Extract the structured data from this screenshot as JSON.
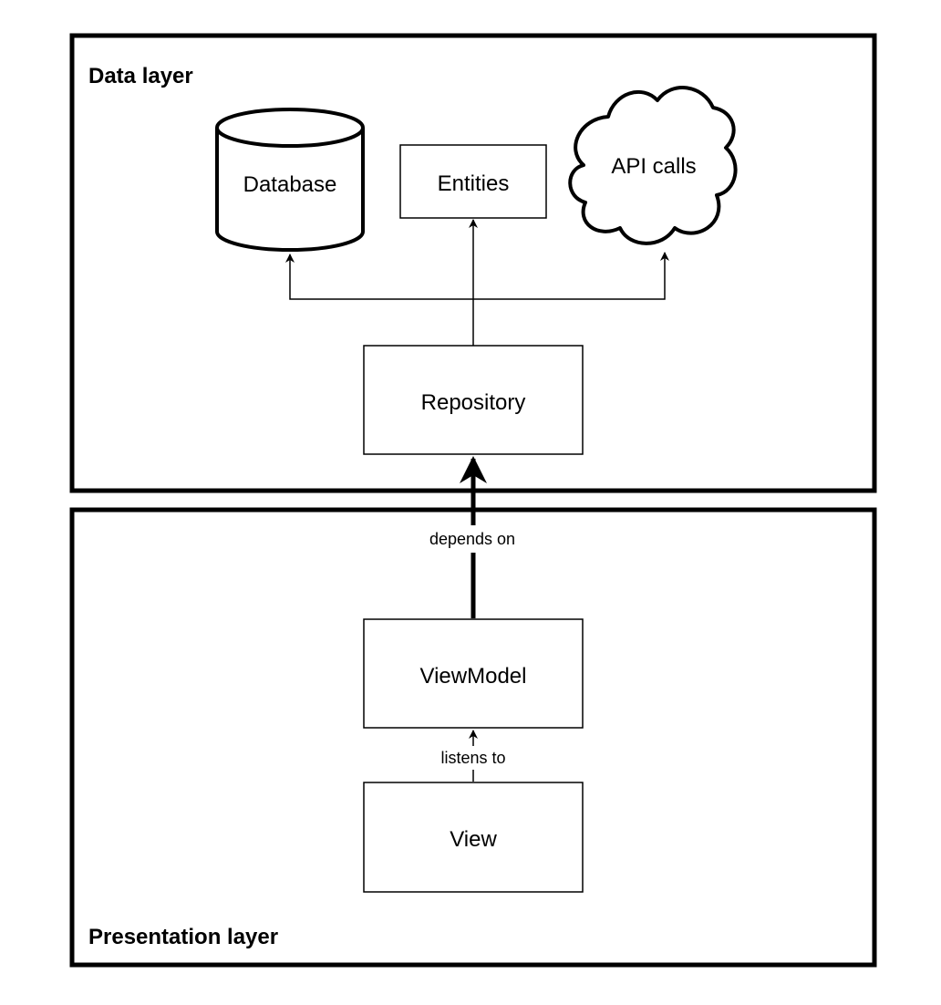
{
  "layers": {
    "data": {
      "title": "Data layer"
    },
    "presentation": {
      "title": "Presentation layer"
    }
  },
  "nodes": {
    "database": {
      "label": "Database",
      "shape": "cylinder"
    },
    "entities": {
      "label": "Entities",
      "shape": "rectangle"
    },
    "api_calls": {
      "label": "API calls",
      "shape": "cloud"
    },
    "repository": {
      "label": "Repository",
      "shape": "rectangle"
    },
    "viewmodel": {
      "label": "ViewModel",
      "shape": "rectangle"
    },
    "view": {
      "label": "View",
      "shape": "rectangle"
    }
  },
  "edges": {
    "repository_to_database": {
      "from": "repository",
      "to": "database",
      "label": ""
    },
    "repository_to_entities": {
      "from": "repository",
      "to": "entities",
      "label": ""
    },
    "repository_to_api_calls": {
      "from": "repository",
      "to": "api_calls",
      "label": ""
    },
    "viewmodel_to_repository": {
      "from": "viewmodel",
      "to": "repository",
      "label": "depends on",
      "style": "bold"
    },
    "view_to_viewmodel": {
      "from": "view",
      "to": "viewmodel",
      "label": "listens to"
    }
  },
  "colors": {
    "stroke": "#000000",
    "fill": "#ffffff",
    "text": "#000000"
  }
}
